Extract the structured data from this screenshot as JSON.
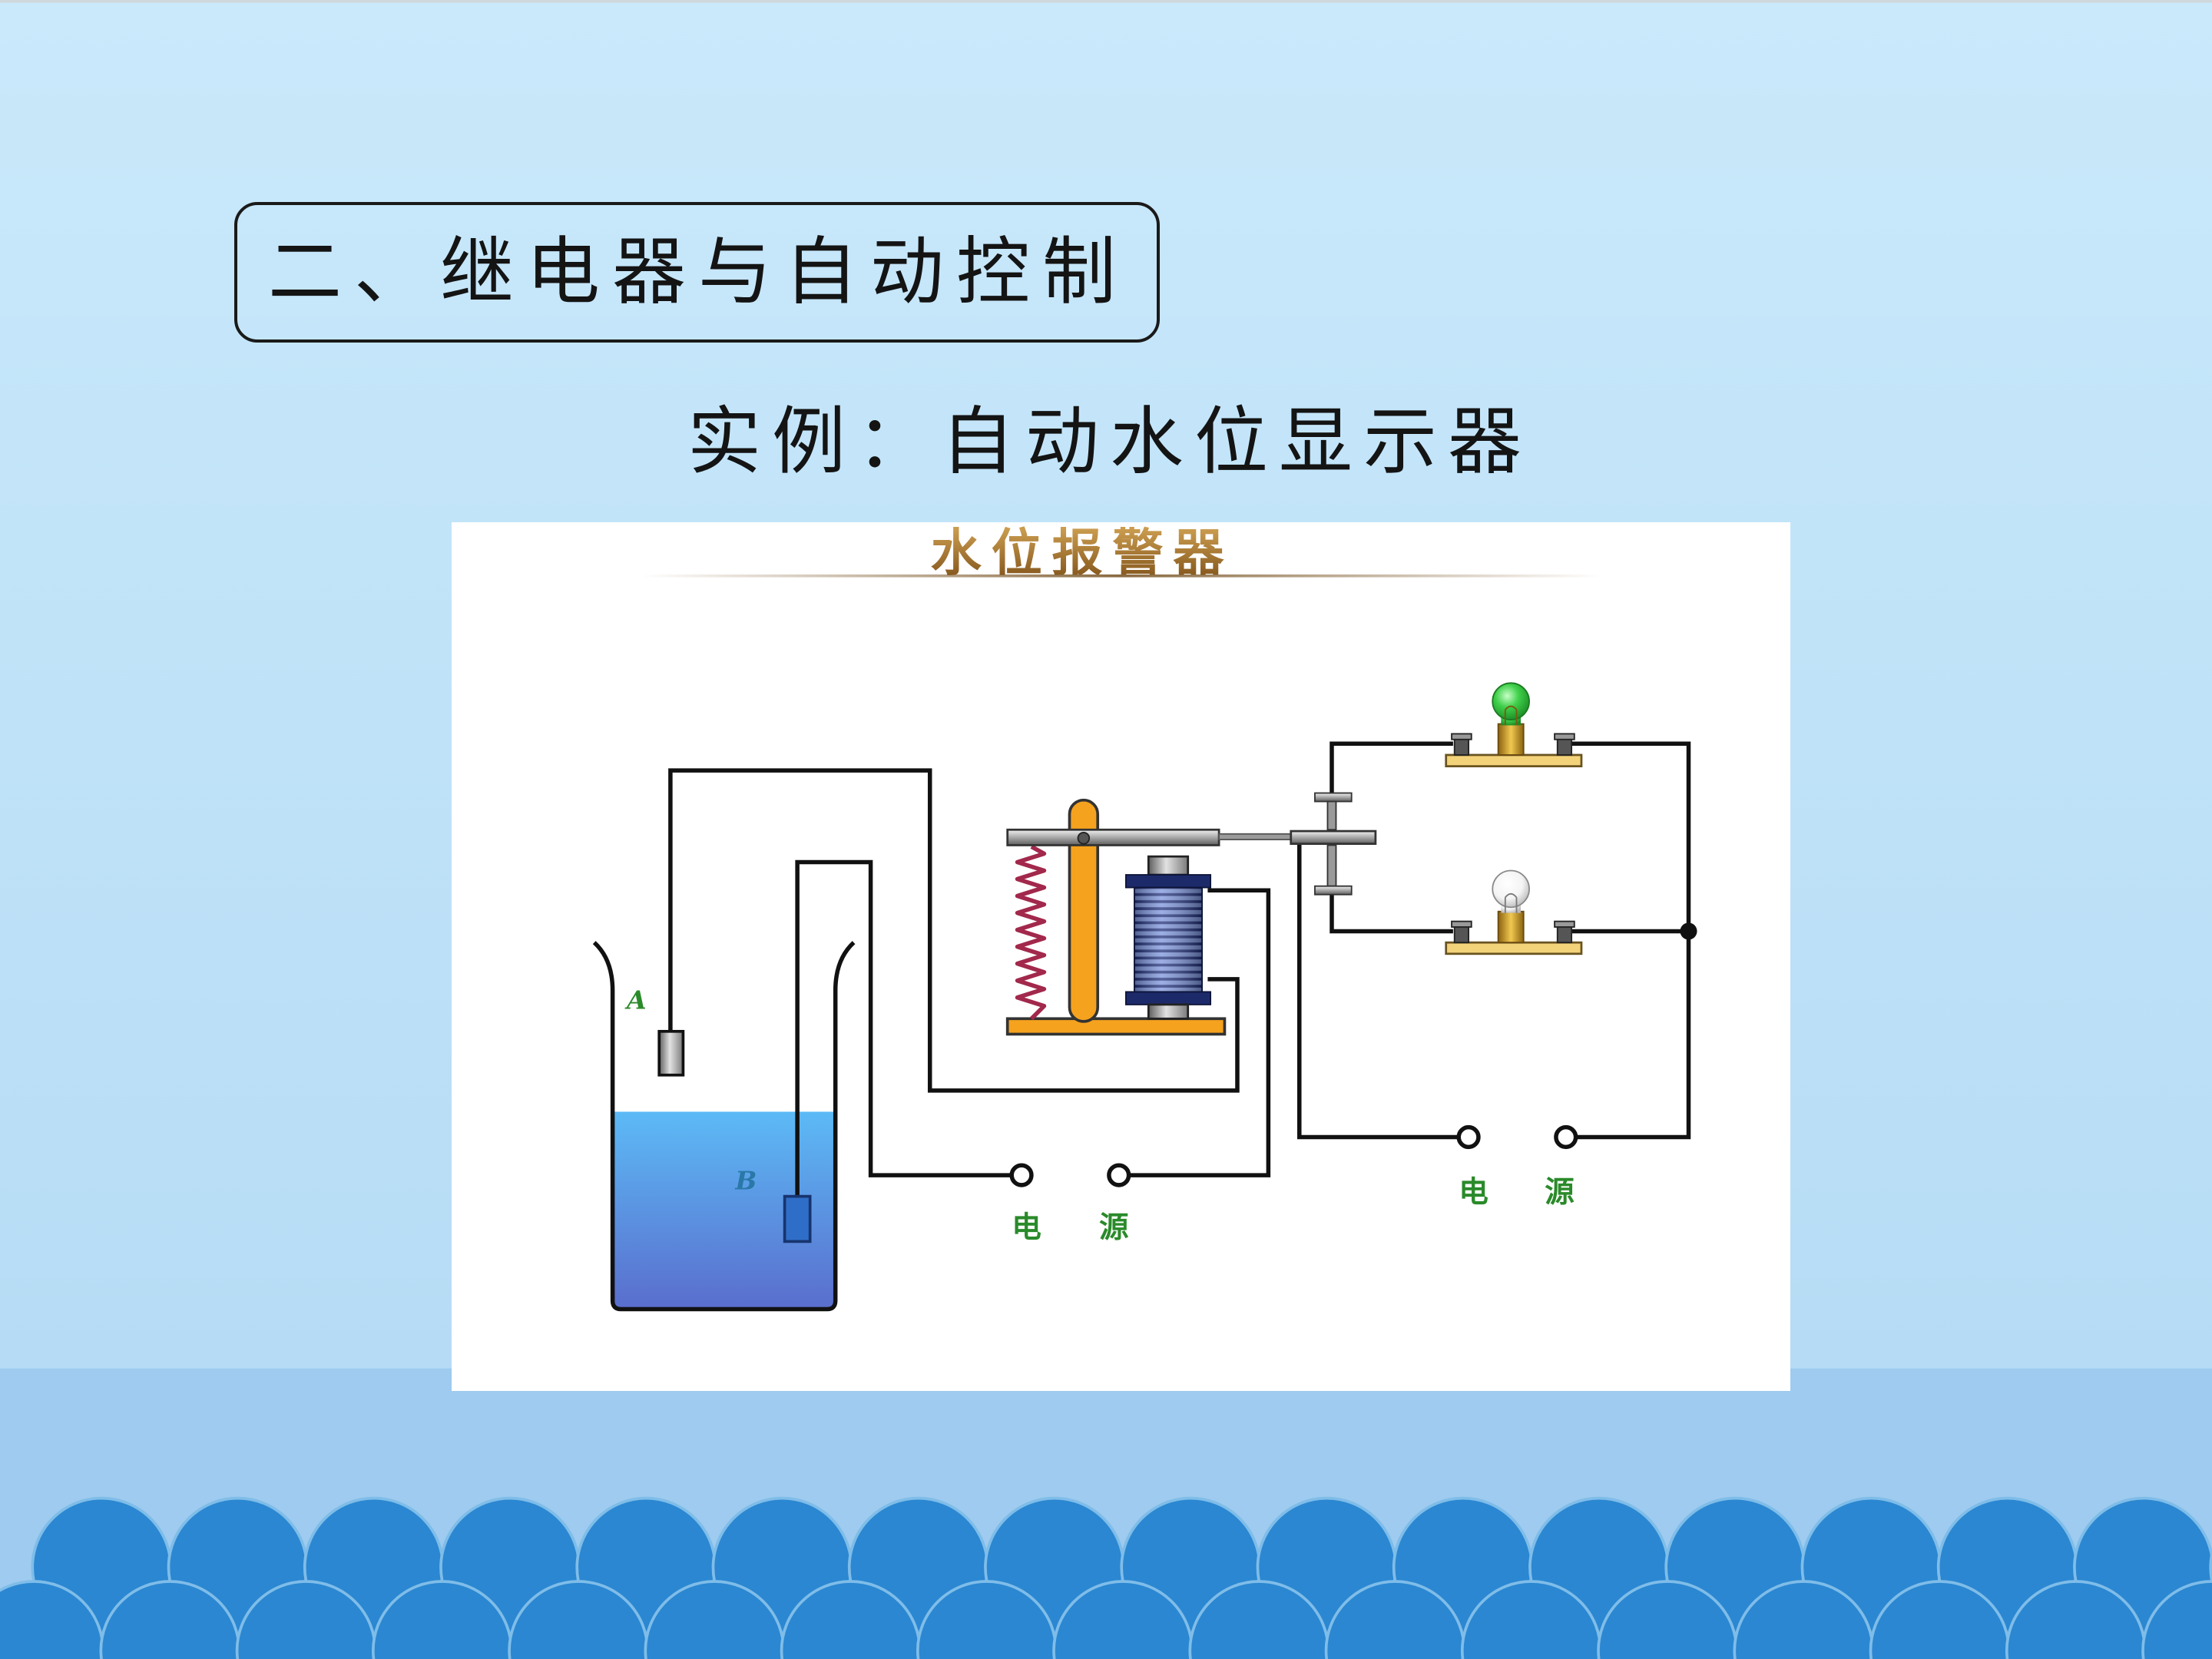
{
  "slide": {
    "heading": "二、继电器与自动控制",
    "subheading": "实例：自动水位显示器"
  },
  "figure": {
    "title": "水位报警器",
    "probe_a_label": "A",
    "probe_b_label": "B",
    "control_power": [
      "电",
      "源"
    ],
    "lamp_power": [
      "电",
      "源"
    ]
  },
  "colors": {
    "background_top": "#cae9fb",
    "background_bottom": "#b6dcf5",
    "band": "#9ecbef",
    "wave": "#2b87d1",
    "wave_edge": "#7fbde9",
    "water_top": "#5cbaf6",
    "water_bottom": "#5a6ecd",
    "relay_orange": "#f5a21e",
    "spring": "#a2284c",
    "label_green": "#2a8a2a",
    "label_blue": "#2a78a8",
    "lamp_green": "#3fd04a",
    "lamp_white": "#f4f4f4"
  }
}
